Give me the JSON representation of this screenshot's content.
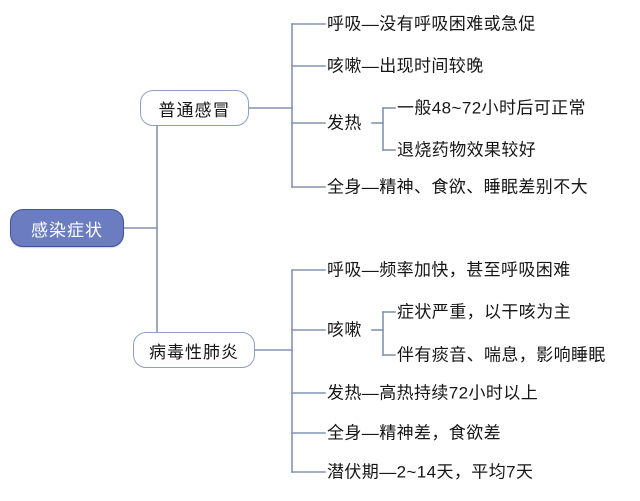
{
  "diagram": {
    "type": "mind-map",
    "root": {
      "label": "感染症状"
    },
    "branches": [
      {
        "id": "common-cold",
        "label": "普通感冒",
        "children": [
          {
            "id": "cold-breath",
            "label": "呼吸—没有呼吸困难或急促"
          },
          {
            "id": "cold-cough",
            "label": "咳嗽—出现时间较晚"
          },
          {
            "id": "cold-fever",
            "label": "发热",
            "children": [
              {
                "id": "cold-fever-1",
                "label": "一般48~72小时后可正常"
              },
              {
                "id": "cold-fever-2",
                "label": "退烧药物效果较好"
              }
            ]
          },
          {
            "id": "cold-general",
            "label": "全身—精神、食欲、睡眠差别不大"
          }
        ]
      },
      {
        "id": "viral-pneumonia",
        "label": "病毒性肺炎",
        "children": [
          {
            "id": "pneu-breath",
            "label": "呼吸—频率加快，甚至呼吸困难"
          },
          {
            "id": "pneu-cough",
            "label": "咳嗽",
            "children": [
              {
                "id": "pneu-cough-1",
                "label": "症状严重，以干咳为主"
              },
              {
                "id": "pneu-cough-2",
                "label": "伴有痰音、喘息，影响睡眠"
              }
            ]
          },
          {
            "id": "pneu-fever",
            "label": "发热—高热持续72小时以上"
          },
          {
            "id": "pneu-general",
            "label": "全身—精神差，食欲差"
          },
          {
            "id": "pneu-incubation",
            "label": "潜伏期—2~14天，平均7天"
          }
        ]
      }
    ],
    "colors": {
      "root_fill": "#6b7cc0",
      "root_border": "#41539b",
      "root_text": "#ffffff",
      "branch_fill": "#ffffff",
      "branch_border": "#8fa0c0",
      "connector": "#8494b0",
      "text": "#161616",
      "background": "#ffffff"
    }
  }
}
